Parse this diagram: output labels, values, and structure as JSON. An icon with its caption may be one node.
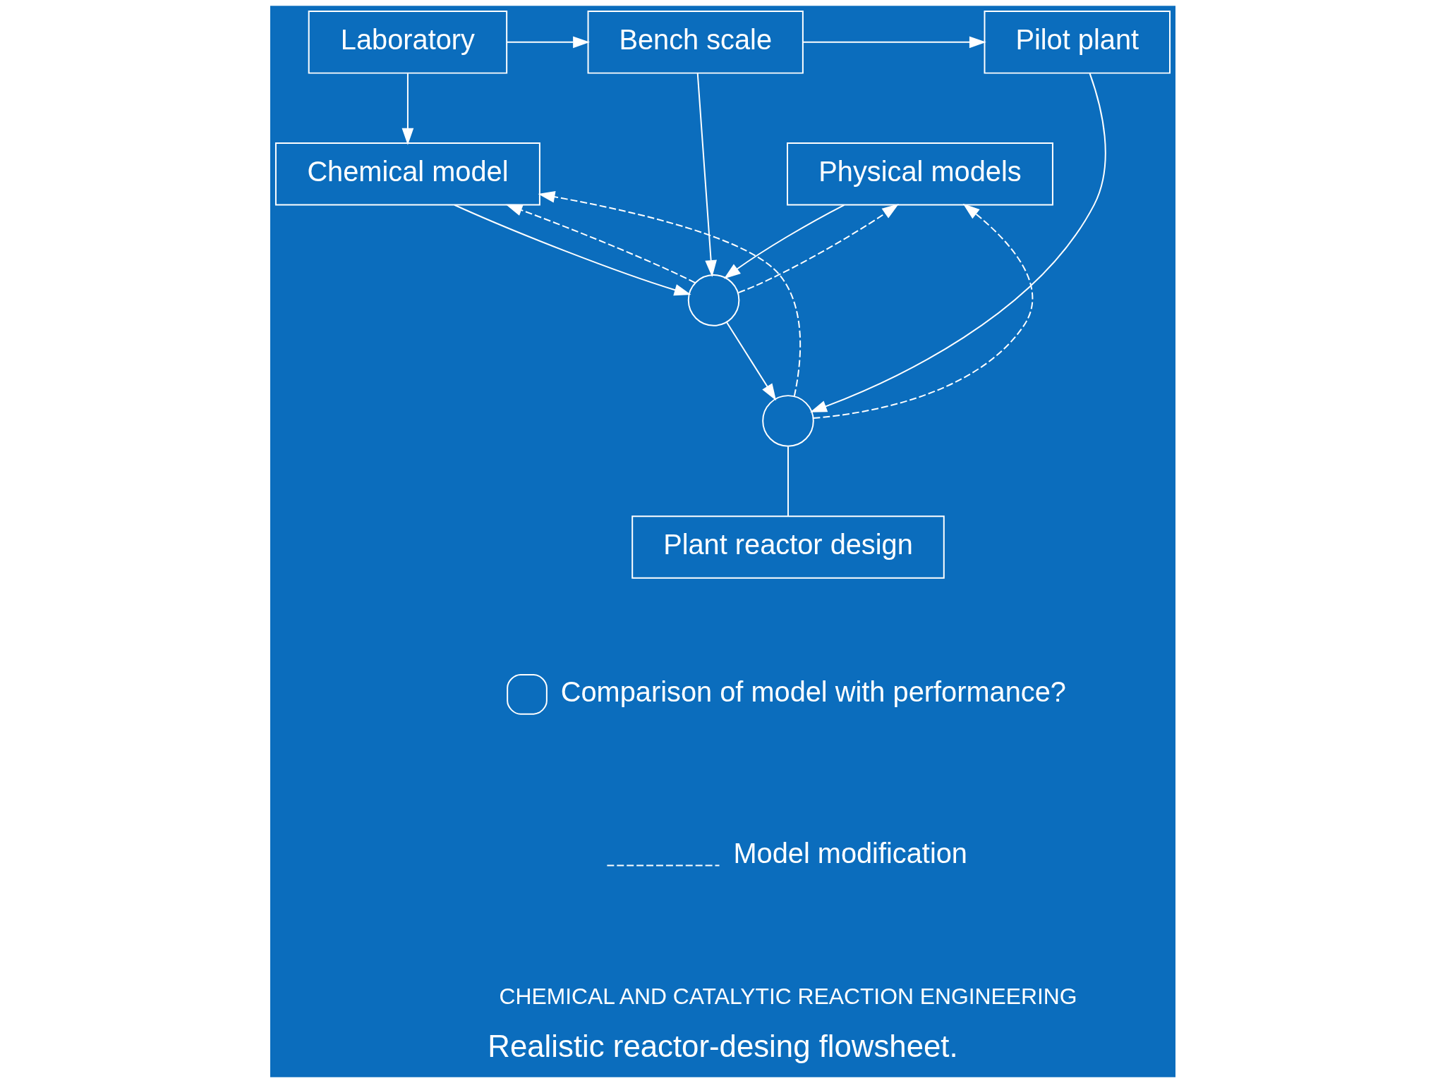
{
  "diagram": {
    "caption": "Realistic reactor-desing flowsheet.",
    "nodes": [
      {
        "text": [
          "Laboratory"
        ]
      },
      {
        "text": [
          "Bench scale"
        ]
      },
      {
        "text": [
          "Pilot plant"
        ]
      },
      {
        "text": [
          "Chemical model"
        ]
      },
      {
        "text": [
          "Physical models"
        ]
      },
      {
        "text": [],
        "shape": "circle"
      },
      {
        "text": [],
        "shape": "circle"
      },
      {
        "text": [
          "Plant reactor design"
        ]
      }
    ],
    "edges": [
      {
        "from": 0,
        "to": 1,
        "arrow": "to"
      },
      {
        "from": 1,
        "to": 2,
        "arrow": "to"
      },
      {
        "from": 0,
        "to": 3,
        "arrow": "to"
      },
      {
        "from": 3,
        "to": 5,
        "arrow": "to"
      },
      {
        "from": 4,
        "to": 5,
        "arrow": "to"
      },
      {
        "from": 1,
        "to": 5,
        "arrow": "to"
      },
      {
        "from": 5,
        "to": 6,
        "arrow": "to"
      },
      {
        "from": 2,
        "to": 6,
        "arrow": "to"
      },
      {
        "from": 6,
        "to": 7,
        "arrow": "none"
      },
      {
        "from": 5,
        "to": 3,
        "arrow": "to",
        "style": "dashed"
      },
      {
        "from": 5,
        "to": 4,
        "arrow": "to",
        "style": "dashed"
      },
      {
        "from": 6,
        "to": 3,
        "arrow": "to",
        "style": "dashed"
      },
      {
        "from": 6,
        "to": 4,
        "arrow": "to",
        "style": "dashed"
      }
    ],
    "labels": [
      "CHEMICAL AND CATALYTIC REACTION ENGINEERING"
    ],
    "legend": [
      {
        "text": "Comparison of model with performance?"
      },
      {
        "text": "Model modification"
      }
    ]
  }
}
